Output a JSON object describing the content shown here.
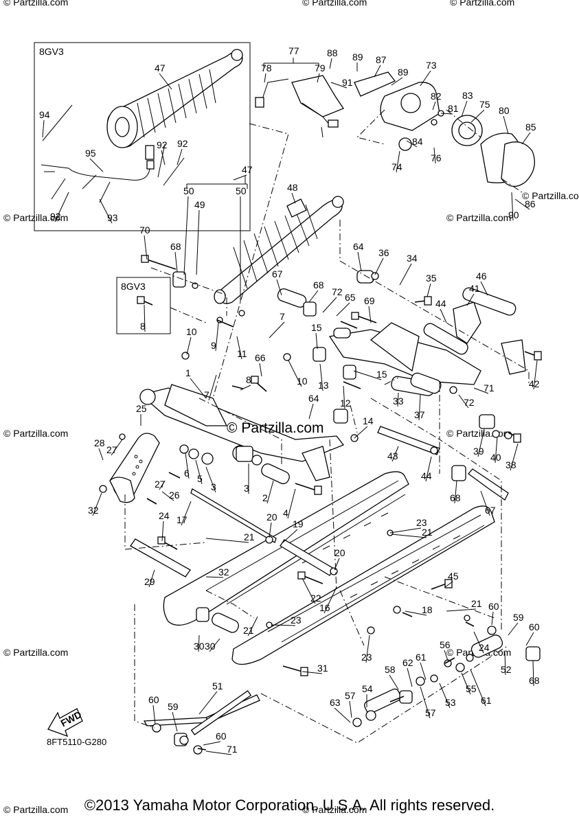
{
  "watermark": "© Partzilla.com",
  "center_watermark": "© Partzilla.com",
  "copyright": "©2013 Yamaha Motor Corporation, U.S.A. All rights reserved.",
  "diagram_code": "8FT5110-G280",
  "fwd_label": "FWD",
  "inset_labels": [
    "8GV3",
    "8GV3"
  ],
  "part_numbers": [
    "1",
    "2",
    "3",
    "4",
    "5",
    "6",
    "7",
    "8",
    "9",
    "10",
    "11",
    "12",
    "13",
    "14",
    "15",
    "16",
    "17",
    "18",
    "19",
    "20",
    "21",
    "22",
    "23",
    "24",
    "25",
    "26",
    "27",
    "28",
    "29",
    "30",
    "31",
    "32",
    "33",
    "34",
    "35",
    "36",
    "37",
    "38",
    "39",
    "40",
    "41",
    "42",
    "43",
    "44",
    "45",
    "46",
    "47",
    "48",
    "49",
    "50",
    "51",
    "52",
    "53",
    "54",
    "55",
    "56",
    "57",
    "58",
    "59",
    "60",
    "61",
    "62",
    "63",
    "64",
    "65",
    "66",
    "67",
    "68",
    "69",
    "70",
    "71",
    "72",
    "73",
    "74",
    "75",
    "76",
    "77",
    "78",
    "79",
    "80",
    "81",
    "82",
    "83",
    "84",
    "85",
    "86",
    "87",
    "88",
    "89",
    "90",
    "91",
    "92",
    "93",
    "94",
    "95"
  ]
}
